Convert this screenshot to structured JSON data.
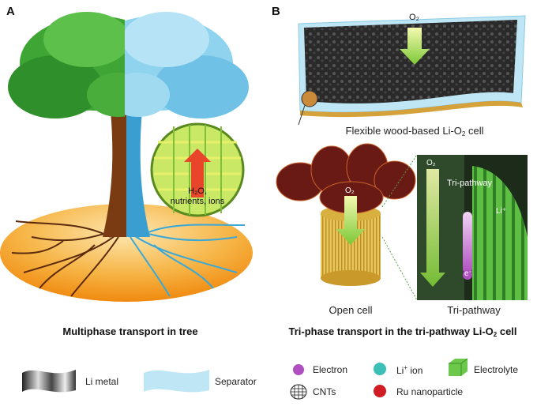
{
  "panel_a": {
    "letter": "A",
    "callout_line1": "H₂O,",
    "callout_line2": "nutrients, ions",
    "caption": "Multiphase transport in tree"
  },
  "panel_b": {
    "letter": "B",
    "top_o2": "O₂",
    "top_caption_pre": "Flexible wood-based Li-O",
    "top_caption_sub": "2",
    "top_caption_post": " cell",
    "open_cell_o2": "O₂",
    "tri_o2": "O₂",
    "tri_li": "Li⁺",
    "tri_e": "e⁻",
    "open_cell_label": "Open cell",
    "tri_pathway_label": "Tri-pathway",
    "caption_pre": "Tri-phase transport in the tri-pathway Li-O",
    "caption_sub": "2",
    "caption_post": " cell"
  },
  "legend": {
    "li_metal": "Li metal",
    "separator": "Separator",
    "electron": "Electron",
    "li_ion_base": "Li",
    "li_ion_sup": "+",
    "li_ion_post": " ion",
    "electrolyte": "Electrolyte",
    "cnts": "CNTs",
    "ru": "Ru nanoparticle"
  },
  "colors": {
    "tree_green": "#3fa535",
    "tree_blue": "#8fd3ef",
    "trunk_brown": "#7a3b12",
    "soil_orange": "#f39b1f",
    "electron_purple": "#b04fc0",
    "li_ion_teal": "#3bbfb6",
    "electrolyte_green": "#6cc84a",
    "ru_red": "#d11c24"
  }
}
